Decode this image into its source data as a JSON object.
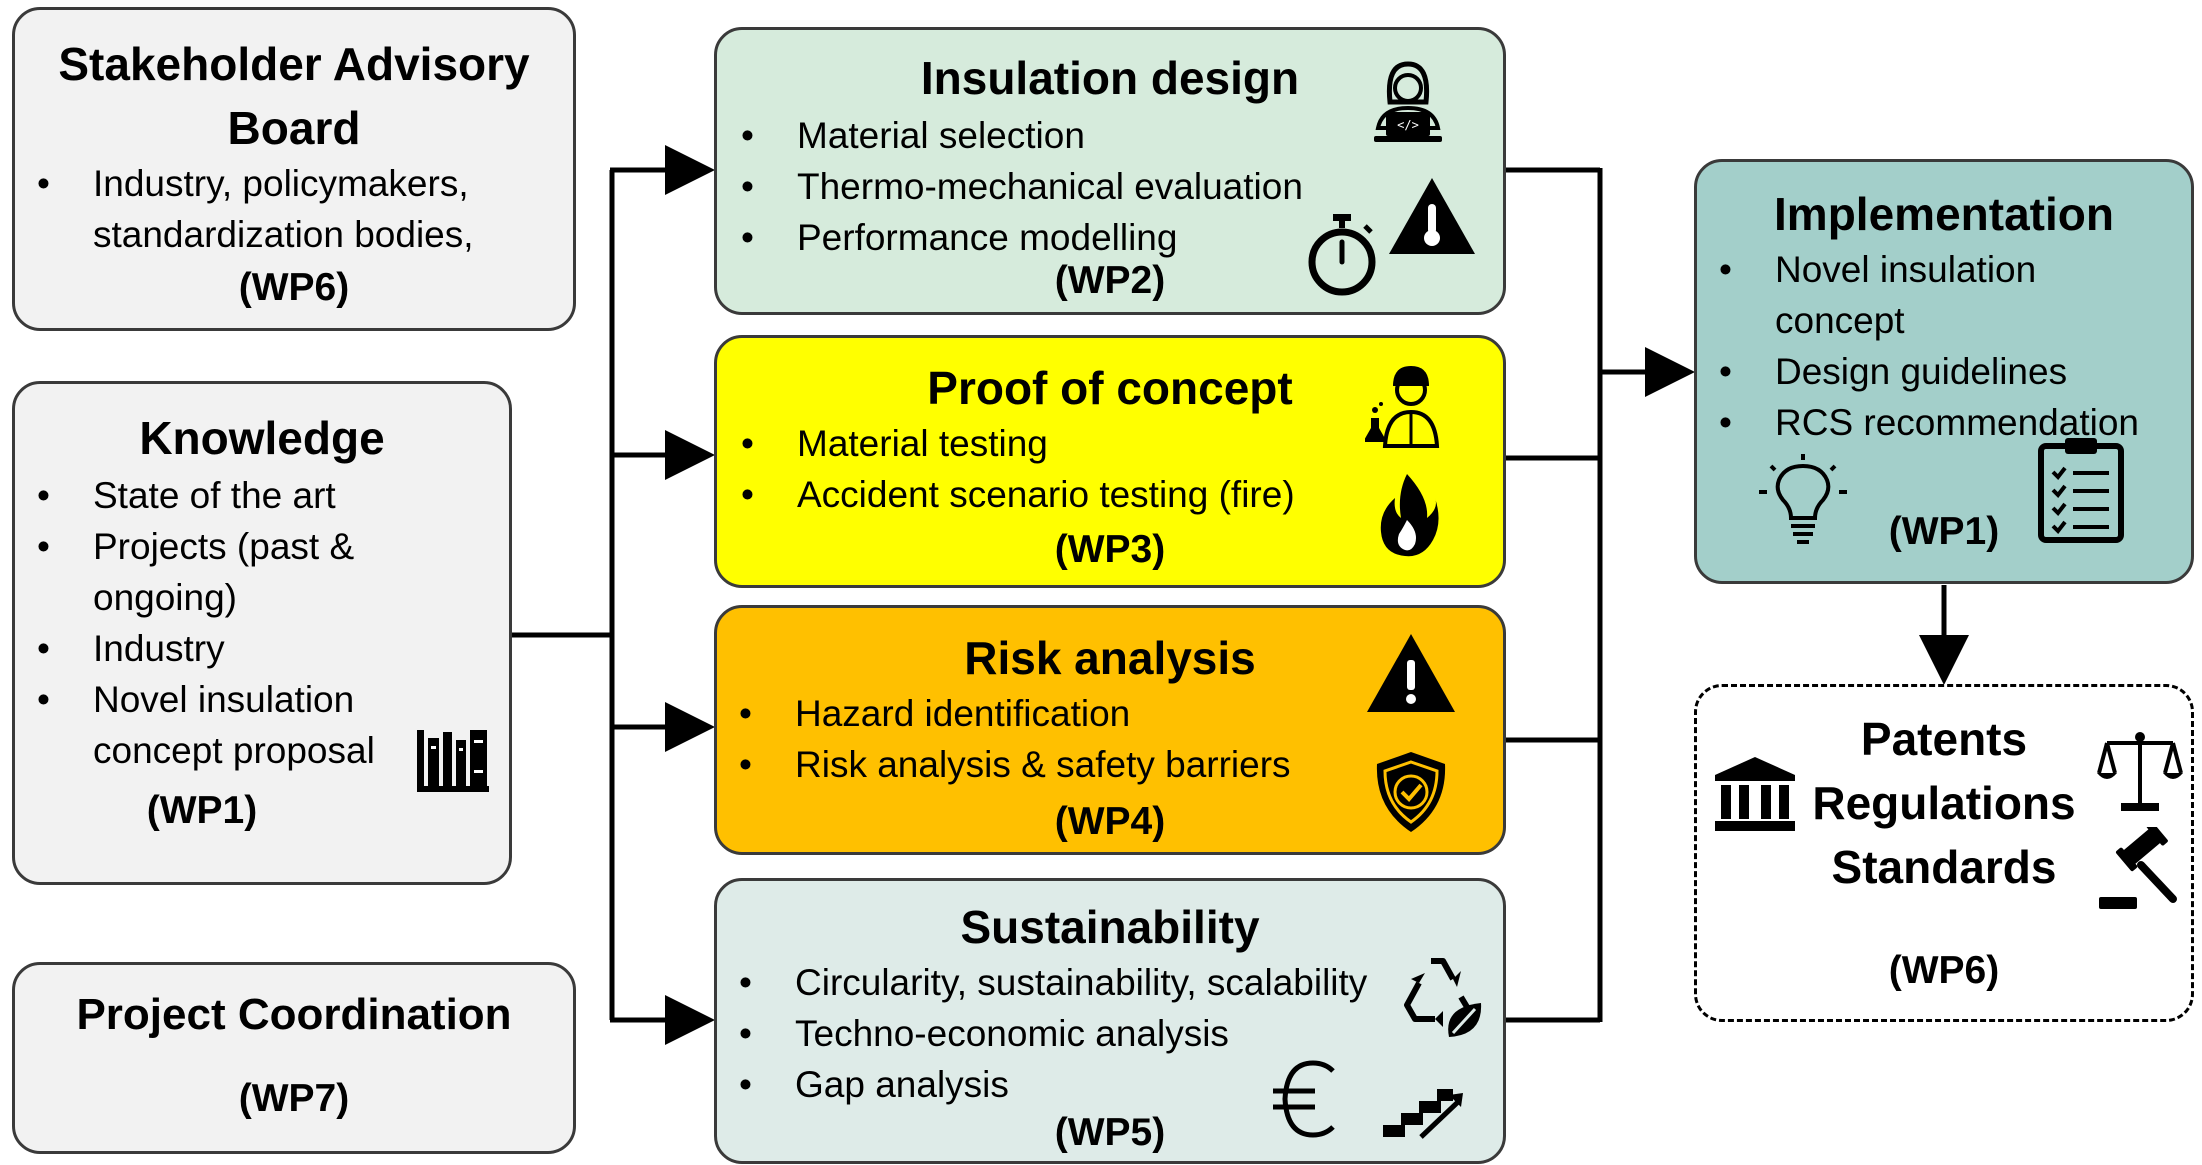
{
  "left": {
    "advisory": {
      "title": "Stakeholder Advisory Board",
      "items": [
        "Industry, policymakers, standardization bodies,"
      ],
      "wp": "(WP6)"
    },
    "knowledge": {
      "title": "Knowledge",
      "items": [
        "State of the art",
        "Projects (past & ongoing)",
        "Industry",
        "Novel insulation concept proposal"
      ],
      "wp": "(WP1)"
    },
    "coordination": {
      "title": "Project Coordination",
      "wp": "(WP7)"
    }
  },
  "middle": {
    "insulation": {
      "title": "Insulation design",
      "items": [
        "Material selection",
        "Thermo-mechanical evaluation",
        "Performance modelling"
      ],
      "wp": "(WP2)",
      "color": "#d6ebdc"
    },
    "proof": {
      "title": "Proof of concept",
      "items": [
        "Material testing",
        "Accident scenario testing (fire)"
      ],
      "wp": "(WP3)",
      "color": "#ffff00"
    },
    "risk": {
      "title": "Risk analysis",
      "items": [
        "Hazard identification",
        "Risk analysis & safety barriers"
      ],
      "wp": "(WP4)",
      "color": "#ffc000"
    },
    "sustainability": {
      "title": "Sustainability",
      "items": [
        "Circularity, sustainability, scalability",
        "Techno-economic analysis",
        "Gap analysis"
      ],
      "wp": "(WP5)",
      "color": "#deebe8"
    }
  },
  "right": {
    "implementation": {
      "title": "Implementation",
      "items": [
        "Novel insulation concept",
        "Design guidelines",
        "RCS recommendation"
      ],
      "wp": "(WP1)",
      "color": "#a3cfca"
    },
    "outcomes": {
      "lines": [
        "Patents",
        "Regulations",
        "Standards"
      ],
      "wp": "(WP6)"
    }
  },
  "colors": {
    "grey_box": "#f2f2f2",
    "border": "#3a3a3a",
    "connector": "#000000"
  },
  "icons": {
    "insulation": [
      "programmer-icon",
      "warning-thermometer-icon",
      "stopwatch-icon"
    ],
    "proof": [
      "scientist-icon",
      "flame-icon"
    ],
    "risk": [
      "warning-icon",
      "shield-check-icon"
    ],
    "sustainability": [
      "recycle-leaf-icon",
      "euro-icon",
      "stairs-up-icon"
    ],
    "knowledge": [
      "books-icon"
    ],
    "implementation": [
      "lightbulb-icon",
      "checklist-icon"
    ],
    "outcomes": [
      "bank-icon",
      "scales-icon",
      "gavel-icon"
    ]
  }
}
